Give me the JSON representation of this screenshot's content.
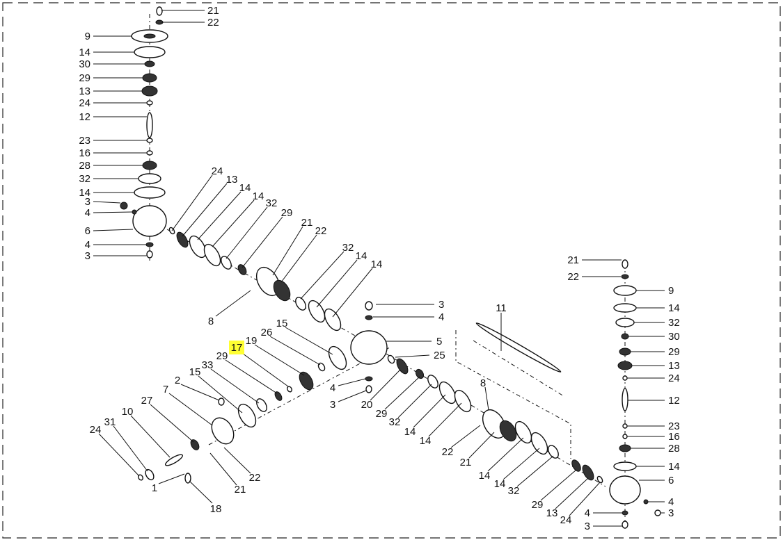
{
  "diagram": {
    "highlight_color": "#ffff33",
    "highlighted_callout": "17",
    "callouts": [
      "21",
      "22",
      "9",
      "14",
      "30",
      "29",
      "13",
      "24",
      "12",
      "23",
      "16",
      "28",
      "32",
      "14",
      "3",
      "4",
      "6",
      "4",
      "3",
      "24",
      "13",
      "14",
      "14",
      "32",
      "29",
      "21",
      "22",
      "32",
      "14",
      "14",
      "8",
      "3",
      "4",
      "5",
      "25",
      "15",
      "26",
      "19",
      "17",
      "29",
      "33",
      "15",
      "2",
      "7",
      "27",
      "10",
      "31",
      "24",
      "4",
      "3",
      "20",
      "29",
      "32",
      "14",
      "14",
      "22",
      "21",
      "14",
      "14",
      "32",
      "29",
      "13",
      "24",
      "8",
      "11",
      "1",
      "18",
      "21",
      "22",
      "21",
      "22",
      "9",
      "14",
      "32",
      "30",
      "29",
      "13",
      "24",
      "12",
      "23",
      "16",
      "28",
      "14",
      "6",
      "4",
      "3",
      "4",
      "3"
    ]
  }
}
